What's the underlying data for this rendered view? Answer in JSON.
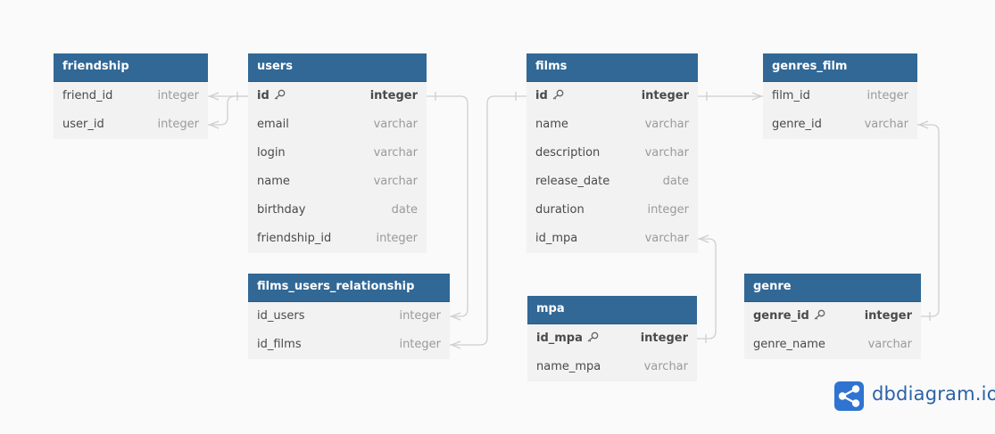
{
  "tables": [
    {
      "id": "friendship",
      "name": "friendship",
      "fields": [
        {
          "name": "friend_id",
          "type": "integer",
          "pk": false
        },
        {
          "name": "user_id",
          "type": "integer",
          "pk": false
        }
      ]
    },
    {
      "id": "users",
      "name": "users",
      "fields": [
        {
          "name": "id",
          "type": "integer",
          "pk": true
        },
        {
          "name": "email",
          "type": "varchar",
          "pk": false
        },
        {
          "name": "login",
          "type": "varchar",
          "pk": false
        },
        {
          "name": "name",
          "type": "varchar",
          "pk": false
        },
        {
          "name": "birthday",
          "type": "date",
          "pk": false
        },
        {
          "name": "friendship_id",
          "type": "integer",
          "pk": false
        }
      ]
    },
    {
      "id": "films_users_relationship",
      "name": "films_users_relationship",
      "fields": [
        {
          "name": "id_users",
          "type": "integer",
          "pk": false
        },
        {
          "name": "id_films",
          "type": "integer",
          "pk": false
        }
      ]
    },
    {
      "id": "films",
      "name": "films",
      "fields": [
        {
          "name": "id",
          "type": "integer",
          "pk": true
        },
        {
          "name": "name",
          "type": "varchar",
          "pk": false
        },
        {
          "name": "description",
          "type": "varchar",
          "pk": false
        },
        {
          "name": "release_date",
          "type": "date",
          "pk": false
        },
        {
          "name": "duration",
          "type": "integer",
          "pk": false
        },
        {
          "name": "id_mpa",
          "type": "varchar",
          "pk": false
        }
      ]
    },
    {
      "id": "mpa",
      "name": "mpa",
      "fields": [
        {
          "name": "id_mpa",
          "type": "integer",
          "pk": true
        },
        {
          "name": "name_mpa",
          "type": "varchar",
          "pk": false
        }
      ]
    },
    {
      "id": "genres_film",
      "name": "genres_film",
      "fields": [
        {
          "name": "film_id",
          "type": "integer",
          "pk": false
        },
        {
          "name": "genre_id",
          "type": "varchar",
          "pk": false
        }
      ]
    },
    {
      "id": "genre",
      "name": "genre",
      "fields": [
        {
          "name": "genre_id",
          "type": "integer",
          "pk": true
        },
        {
          "name": "genre_name",
          "type": "varchar",
          "pk": false
        }
      ]
    }
  ],
  "relationships": [
    {
      "from": "friendship.friend_id",
      "to": "users.id",
      "cardinality": "many-to-one"
    },
    {
      "from": "friendship.user_id",
      "to": "users.id",
      "cardinality": "many-to-one"
    },
    {
      "from": "films_users_relationship.id_users",
      "to": "users.id",
      "cardinality": "many-to-one"
    },
    {
      "from": "films_users_relationship.id_films",
      "to": "films.id",
      "cardinality": "many-to-one"
    },
    {
      "from": "genres_film.film_id",
      "to": "films.id",
      "cardinality": "many-to-one"
    },
    {
      "from": "films.id_mpa",
      "to": "mpa.id_mpa",
      "cardinality": "many-to-one"
    },
    {
      "from": "genres_film.genre_id",
      "to": "genre.genre_id",
      "cardinality": "many-to-one"
    }
  ],
  "colors": {
    "header": "#316896",
    "body": "#f2f2f2",
    "line": "#cfcfcf",
    "brand": "#2f74d0"
  },
  "brand": {
    "name": "dbdiagram.io",
    "icon": "dbdiagram-logo-icon"
  }
}
